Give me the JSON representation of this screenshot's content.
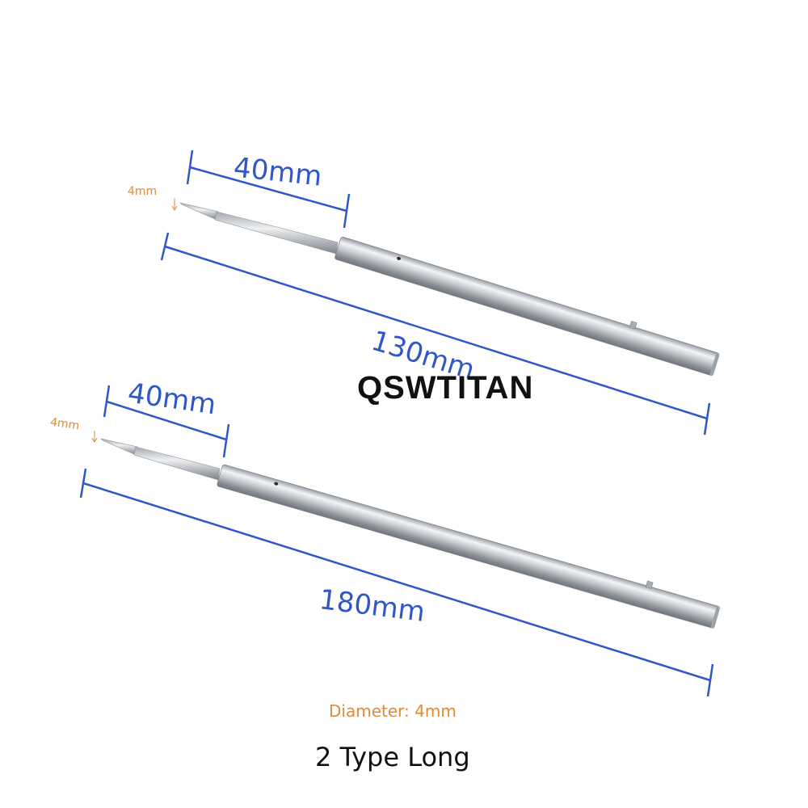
{
  "colors": {
    "dimension_line": "#2f57c8",
    "small_dimension": "#e08a3a",
    "steel_light": "#eef0f2",
    "steel_dark": "#7f858b"
  },
  "watermark": "QSWTITAN",
  "probe_1": {
    "tip_length_label": "40mm",
    "tip_diameter_label": "4mm",
    "total_length_label": "130mm"
  },
  "probe_2": {
    "tip_length_label": "40mm",
    "tip_diameter_label": "4mm",
    "total_length_label": "180mm"
  },
  "diameter_text": "Diameter: 4mm",
  "caption": "2 Type Long"
}
